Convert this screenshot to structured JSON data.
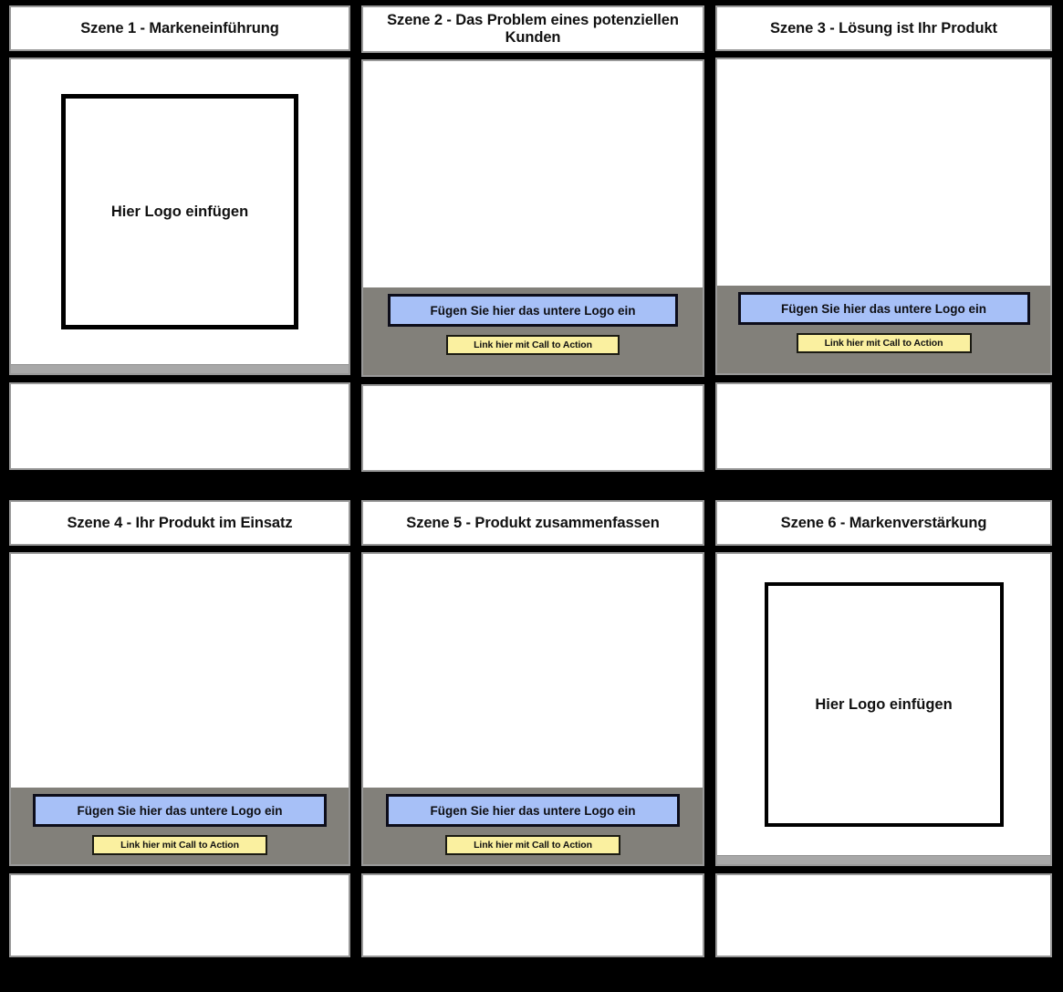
{
  "document": {
    "type": "storyboard",
    "language": "de",
    "columns": 3,
    "rows": 2,
    "background_color": "#000000"
  },
  "colors": {
    "background": "#000000",
    "panel_background": "#ffffff",
    "panel_border": "#999999",
    "footer_gray": "#82807a",
    "logo_slot_blue": "#a7c0f7",
    "cta_yellow": "#faf0a0",
    "outline_black": "#000000",
    "strip_gray": "#a8a8a8"
  },
  "labels": {
    "logo_box": "Hier Logo einfügen",
    "bottom_logo_slot": "Fügen Sie hier das untere Logo ein",
    "cta_link": "Link hier mit Call to Action"
  },
  "cells": [
    {
      "index": 1,
      "title": "Szene 1 - Markeneinführung",
      "title_lines": 1,
      "content_type": "logo-box",
      "logo_box_label": "Hier Logo einfügen",
      "has_footer": false,
      "has_strip": true,
      "caption": ""
    },
    {
      "index": 2,
      "title": "Szene 2 - Das Problem eines potenziellen Kunden",
      "title_lines": 2,
      "content_type": "footer-placeholders",
      "logo_slot_label": "Fügen Sie hier das untere Logo ein",
      "cta_label": "Link hier mit Call to Action",
      "has_footer": true,
      "has_strip": false,
      "caption": ""
    },
    {
      "index": 3,
      "title": "Szene 3 - Lösung ist Ihr Produkt",
      "title_lines": 1,
      "content_type": "footer-placeholders",
      "logo_slot_label": "Fügen Sie hier das untere Logo ein",
      "cta_label": "Link hier mit Call to Action",
      "has_footer": true,
      "has_strip": false,
      "caption": ""
    },
    {
      "index": 4,
      "title": "Szene 4 - Ihr Produkt im Einsatz",
      "title_lines": 1,
      "content_type": "footer-placeholders",
      "logo_slot_label": "Fügen Sie hier das untere Logo ein",
      "cta_label": "Link hier mit Call to Action",
      "has_footer": true,
      "has_strip": false,
      "caption": ""
    },
    {
      "index": 5,
      "title": "Szene 5 - Produkt zusammenfassen",
      "title_lines": 1,
      "content_type": "footer-placeholders",
      "logo_slot_label": "Fügen Sie hier das untere Logo ein",
      "cta_label": "Link hier mit Call to Action",
      "has_footer": true,
      "has_strip": false,
      "caption": ""
    },
    {
      "index": 6,
      "title": "Szene 6 - Markenverstärkung",
      "title_lines": 1,
      "content_type": "logo-box",
      "logo_box_label": "Hier Logo einfügen",
      "has_footer": false,
      "has_strip": true,
      "caption": ""
    }
  ]
}
